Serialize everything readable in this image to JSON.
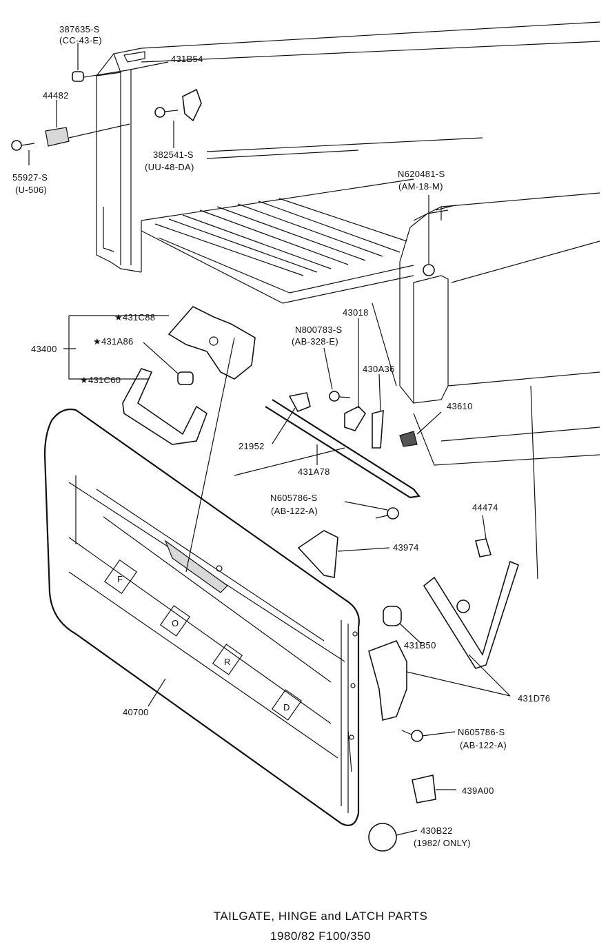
{
  "labels": {
    "l387635": "387635-S",
    "l387635_code": "(CC-43-E)",
    "l431B54": "431B54",
    "l44482": "44482",
    "l382541": "382541-S",
    "l382541_code": "(UU-48-DA)",
    "l55927": "55927-S",
    "l55927_code": "(U-506)",
    "lN620481": "N620481-S",
    "lN620481_code": "(AM-18-M)",
    "l431C88": "★431C88",
    "l43400": "43400",
    "l431A86": "★431A86",
    "l431C60": "★431C60",
    "lN800783": "N800783-S",
    "lN800783_code": "(AB-328-E)",
    "l43018": "43018",
    "l430A36": "430A36",
    "l43610": "43610",
    "l21952": "21952",
    "l431A78": "431A78",
    "lN605786a": "N605786-S",
    "lN605786a_code": "(AB-122-A)",
    "l44474": "44474",
    "l43974": "43974",
    "l431B50": "431B50",
    "l431D76": "431D76",
    "l40700": "40700",
    "lN605786b": "N605786-S",
    "lN605786b_code": "(AB-122-A)",
    "l439A00": "439A00",
    "l430B22": "430B22",
    "l430B22_note": "(1982/ ONLY)"
  },
  "caption": {
    "line1": "TAILGATE, HINGE and LATCH PARTS",
    "line2": "1980/82 F100/350"
  },
  "tailgate_letters": [
    "F",
    "O",
    "R",
    "D"
  ]
}
